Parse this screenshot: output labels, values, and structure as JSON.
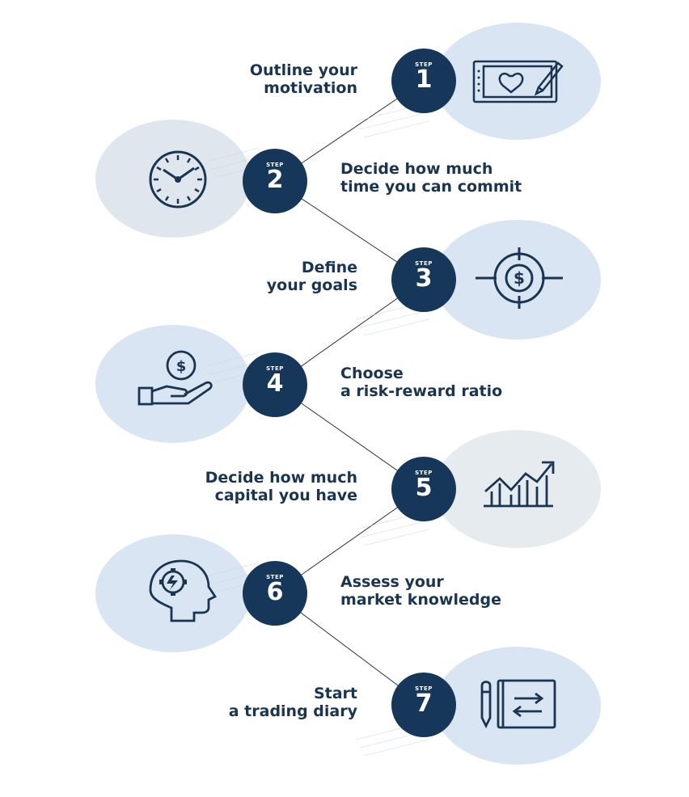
{
  "colors": {
    "badge": "#17375a",
    "circle_light": "#d9e5f2",
    "circle_gray": "#e6ebf0",
    "text": "#1a3552",
    "line": "#333333"
  },
  "steps": [
    {
      "label": "STEP",
      "number": "1",
      "line1": "Outline your",
      "line2": "motivation",
      "icon": "tablet-heart-icon"
    },
    {
      "label": "STEP",
      "number": "2",
      "line1": "Decide how much",
      "line2": "time you can commit",
      "icon": "clock-icon"
    },
    {
      "label": "STEP",
      "number": "3",
      "line1": "Define",
      "line2": "your goals",
      "icon": "dollar-target-icon"
    },
    {
      "label": "STEP",
      "number": "4",
      "line1": "Choose",
      "line2": "a risk-reward ratio",
      "icon": "hand-coin-icon"
    },
    {
      "label": "STEP",
      "number": "5",
      "line1": "Decide how much",
      "line2": "capital you have",
      "icon": "growth-chart-icon"
    },
    {
      "label": "STEP",
      "number": "6",
      "line1": "Assess your",
      "line2": "market knowledge",
      "icon": "head-gear-icon"
    },
    {
      "label": "STEP",
      "number": "7",
      "line1": "Start",
      "line2": "a trading diary",
      "icon": "diary-pen-icon"
    }
  ]
}
